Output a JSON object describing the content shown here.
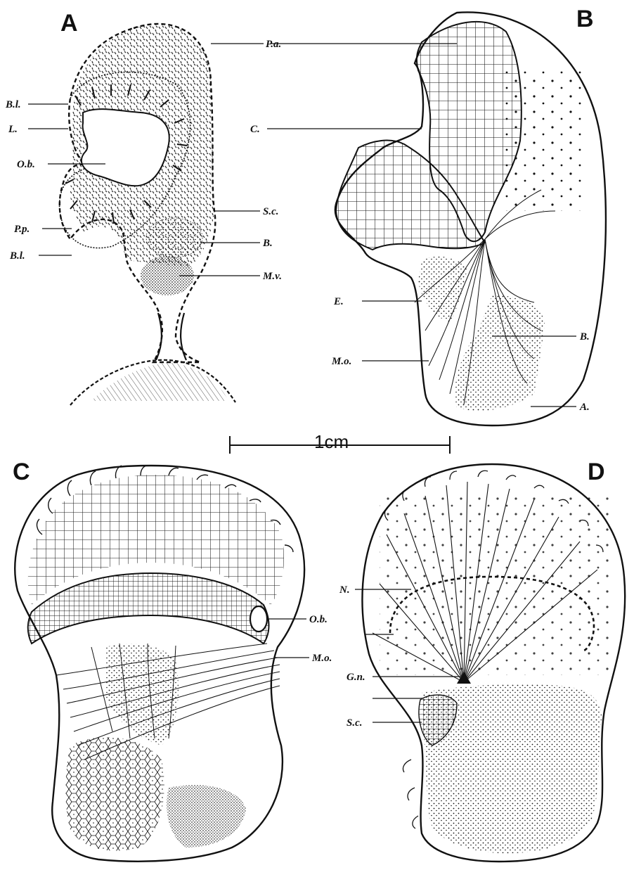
{
  "panels": {
    "A": {
      "letter": "A",
      "labels": {
        "pa": "P.a.",
        "bl1": "B.l.",
        "l": "L.",
        "ob": "O.b.",
        "sc": "S.c.",
        "pp": "P.p.",
        "b": "B.",
        "bl2": "B.l.",
        "mv": "M.v."
      }
    },
    "B": {
      "letter": "B",
      "labels": {
        "c": "C.",
        "e": "E.",
        "b": "B.",
        "mo": "M.o.",
        "a": "A."
      }
    },
    "C": {
      "letter": "C",
      "labels": {
        "ob": "O.b.",
        "mo": "M.o."
      }
    },
    "D": {
      "letter": "D",
      "labels": {
        "n": "N.",
        "gn": "G.n.",
        "sc": "S.c."
      }
    }
  },
  "scale_bar": {
    "label": "1cm"
  }
}
